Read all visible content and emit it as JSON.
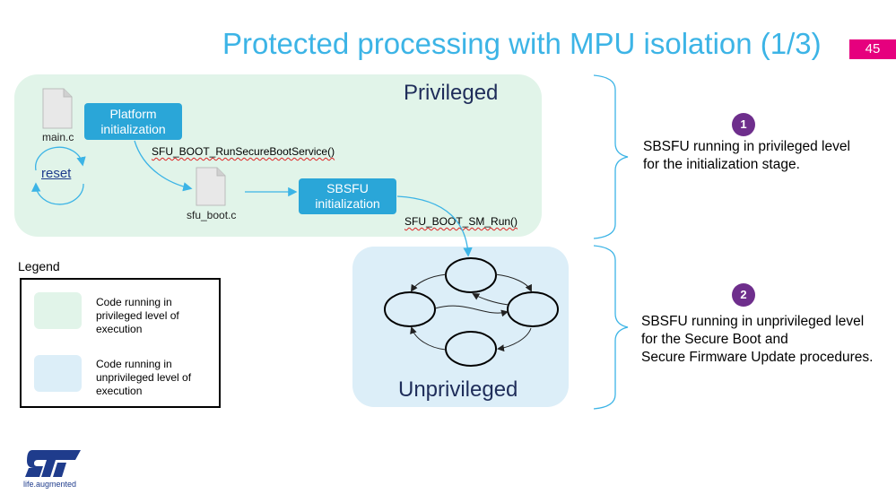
{
  "header": {
    "title": "Protected processing with MPU isolation (1/3)",
    "page_number": "45"
  },
  "diagram": {
    "privileged_label": "Privileged",
    "unprivileged_label": "Unprivileged",
    "files": {
      "main": "main.c",
      "sfu_boot": "sfu_boot.c"
    },
    "boxes": {
      "platform_init": "Platform initialization",
      "sbsfu_init": "SBSFU initialization"
    },
    "calls": {
      "secure_boot_service": "SFU_BOOT_RunSecureBootService()",
      "sm_run": "SFU_BOOT_SM_Run()"
    },
    "reset": "reset"
  },
  "legend": {
    "title": "Legend",
    "items": [
      {
        "label": "Code running in privileged level of execution",
        "color": "#E1F4E9"
      },
      {
        "label": "Code running in unprivileged level of execution",
        "color": "#DCEEF8"
      }
    ]
  },
  "steps": [
    {
      "number": "1",
      "line1": "SBSFU running in privileged level",
      "line2": "for the initialization stage."
    },
    {
      "number": "2",
      "line1": "SBSFU running in unprivileged level",
      "line2": "for the Secure Boot and",
      "line3": "Secure Firmware Update procedures."
    }
  ],
  "logo": {
    "tagline": "life.augmented"
  },
  "colors": {
    "accent": "#3CB4E6",
    "page_badge": "#E6007E",
    "step_badge": "#6E2E8C",
    "button": "#2AA6D8"
  }
}
